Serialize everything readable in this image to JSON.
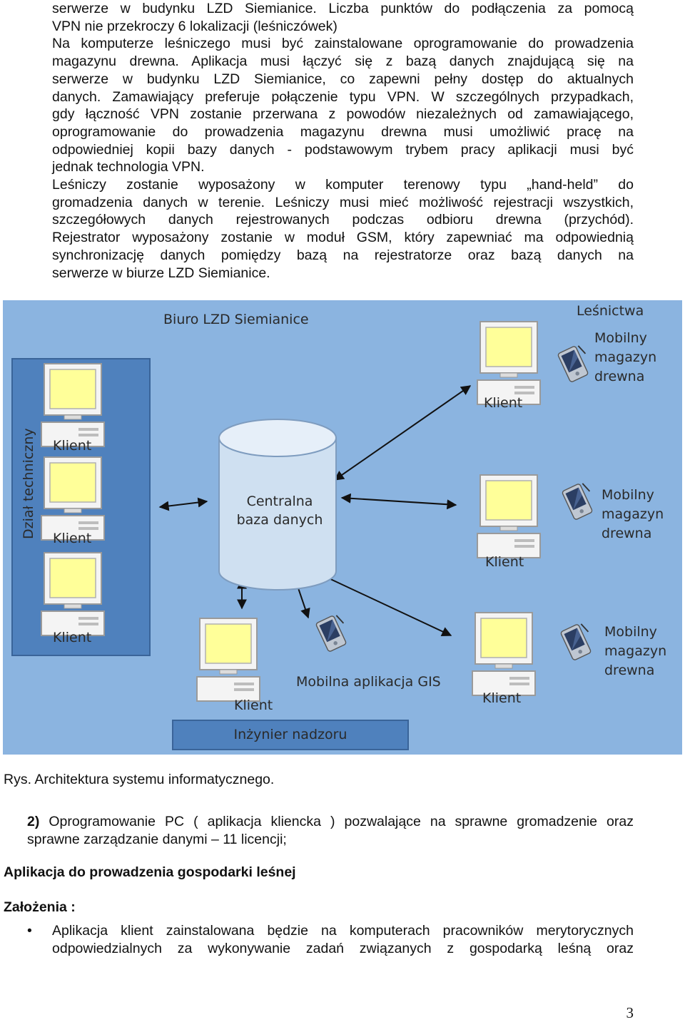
{
  "paragraph1": {
    "lines": [
      "serwerze w budynku LZD Siemianice. Liczba punktów do podłączenia za pomocą",
      "VPN nie przekroczy 6 lokalizacji (leśniczówek)",
      "Na komputerze leśniczego musi być zainstalowane oprogramowanie do prowadzenia",
      "magazynu drewna. Aplikacja musi łączyć się z bazą danych znajdującą się na",
      "serwerze w budynku LZD Siemianice, co zapewni pełny dostęp do aktualnych",
      "danych. Zamawiający preferuje połączenie typu VPN. W szczególnych przypadkach,",
      "gdy łączność VPN zostanie przerwana z powodów niezależnych od zamawiającego,",
      "oprogramowanie do prowadzenia magazynu drewna musi umożliwić pracę na",
      "odpowiedniej kopii bazy danych - podstawowym trybem pracy aplikacji musi być",
      "jednak technologia VPN.",
      "Leśniczy zostanie wyposażony w komputer terenowy typu „hand-held” do",
      "gromadzenia danych w terenie. Leśniczy musi mieć możliwość rejestracji wszystkich,",
      "szczegółowych danych rejestrowanych podczas odbioru drewna (przychód).",
      "Rejestrator wyposażony zostanie w moduł GSM, który zapewniać ma odpowiednią",
      "synchronizację danych pomiędzy bazą na rejestratorze oraz bazą danych na",
      "serwerze w biurze LZD Siemianice."
    ]
  },
  "diagram": {
    "office_title": "Biuro LZD Siemianice",
    "forestry_title": "Leśnictwa",
    "dept_label": "Dział techniczny",
    "database_label_1": "Centralna",
    "database_label_2": "baza danych",
    "client_label": "Klient",
    "mobile_label_1": "Mobilny",
    "mobile_label_2": "magazyn",
    "mobile_label_3": "drewna",
    "gis_label": "Mobilna aplikacja GIS",
    "supervisor_label": "Inżynier nadzoru",
    "colors": {
      "background": "#8bb4e0",
      "panel": "#4f81bd",
      "database": "#cfe0f1",
      "monitor": "#ffff99"
    }
  },
  "caption": "Rys. Architektura systemu informatycznego.",
  "item2": {
    "number": "2)",
    "line1": "Oprogramowanie PC ( aplikacja kliencka ) pozwalające na sprawne gromadzenie oraz",
    "line2": "sprawne zarządzanie danymi – 11 licencji;"
  },
  "heading_app": "Aplikacja do prowadzenia gospodarki leśnej",
  "heading_assumptions": "Założenia :",
  "bullet": {
    "line1": "Aplikacja klient zainstalowana będzie na komputerach pracowników merytorycznych",
    "line2": "odpowiedzialnych za wykonywanie zadań związanych z gospodarką leśną oraz"
  },
  "page_number": "3"
}
